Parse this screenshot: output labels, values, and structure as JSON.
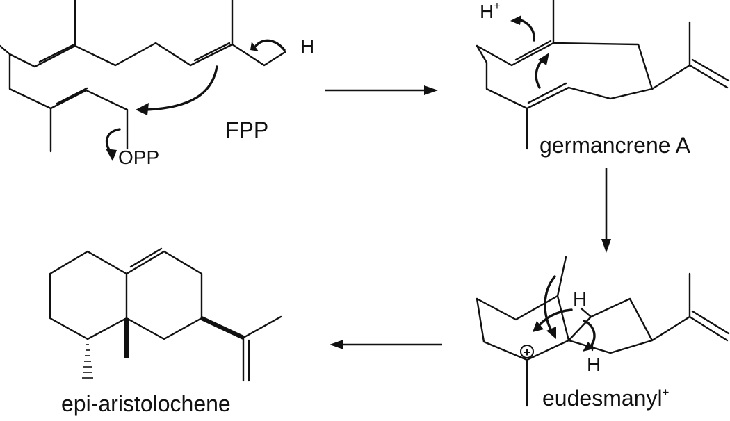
{
  "compounds": {
    "fpp": "FPP",
    "germacrene": "germancrene A",
    "eudesmanyl": "eudesmanyl",
    "eudesmanyl_charge": "+",
    "aristolochene": "epi-aristolochene"
  },
  "atoms": {
    "fpp_h": "H",
    "fpp_opp": "OPP",
    "germ_h": "H",
    "germ_h_charge": "+",
    "eud_h_top": "H",
    "eud_h_bottom": "H",
    "cation": "+"
  }
}
